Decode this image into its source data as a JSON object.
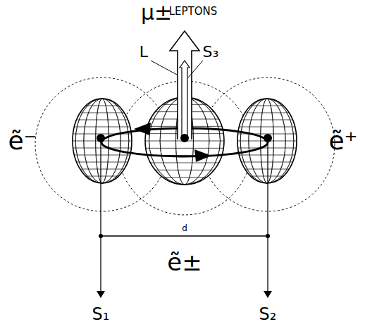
{
  "diagram": {
    "labels": [
      "μ±",
      "LEPTONS",
      "L",
      "S₃",
      "ẽ⁻",
      "ẽ⁺",
      "d",
      "ẽ±",
      "S₁",
      "S₂"
    ]
  }
}
